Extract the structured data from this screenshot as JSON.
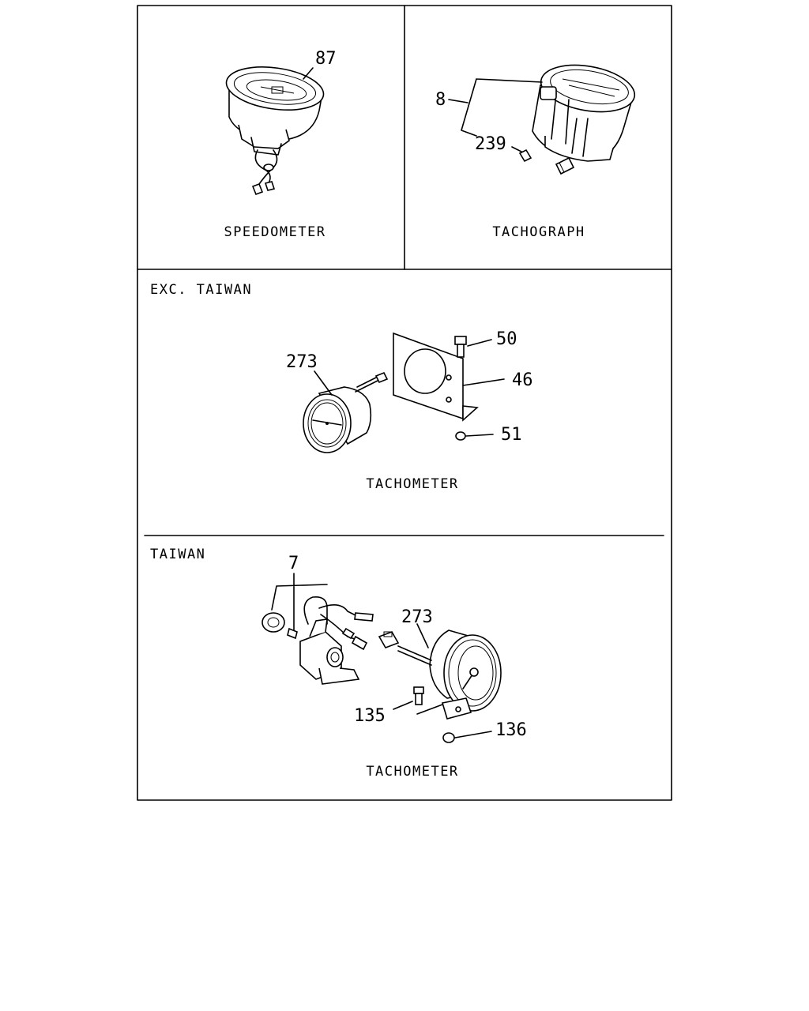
{
  "panels": {
    "speedometer": {
      "caption": "SPEEDOMETER",
      "callouts": [
        "87"
      ]
    },
    "tachograph": {
      "caption": "TACHOGRAPH",
      "callouts": [
        "8",
        "239"
      ]
    },
    "tacho_exc_taiwan": {
      "section": "EXC. TAIWAN",
      "caption": "TACHOMETER",
      "callouts": [
        "273",
        "50",
        "46",
        "51"
      ]
    },
    "tacho_taiwan": {
      "section": "TAIWAN",
      "caption": "TACHOMETER",
      "callouts": [
        "7",
        "273",
        "135",
        "136"
      ]
    }
  }
}
